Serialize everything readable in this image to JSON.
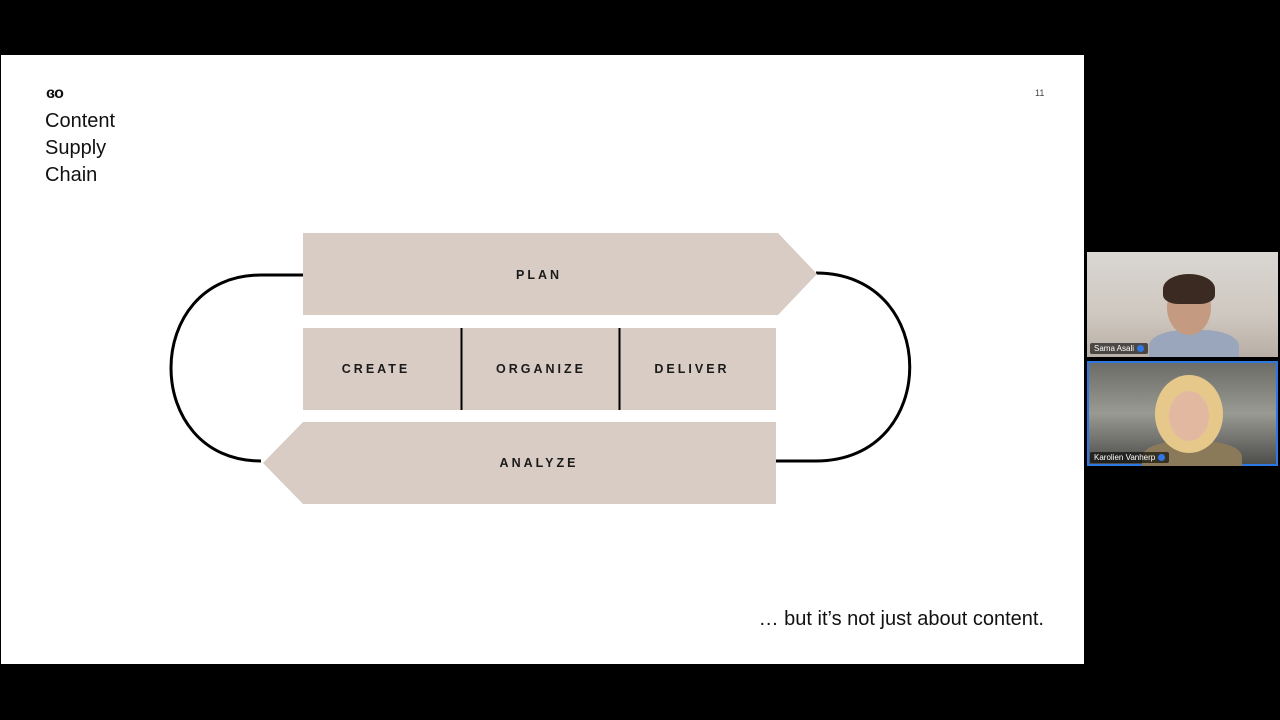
{
  "slide": {
    "logo_text": "ɞo",
    "title_lines": [
      "Content",
      "Supply",
      "Chain"
    ],
    "page_number": "11",
    "caption": "… but it’s not just about content."
  },
  "diagram": {
    "fill_color": "#d8ccc5",
    "top_arrow_label": "PLAN",
    "middle_boxes": [
      "CREATE",
      "ORGANIZE",
      "DELIVER"
    ],
    "bottom_arrow_label": "ANALYZE"
  },
  "participants": [
    {
      "name": "Sama Asali",
      "mic_icon": "mic-icon"
    },
    {
      "name": "Karolien Vanherp",
      "mic_icon": "mic-icon"
    }
  ],
  "colors": {
    "background": "#000000",
    "slide": "#ffffff",
    "speaker_highlight": "#2f78e4"
  }
}
